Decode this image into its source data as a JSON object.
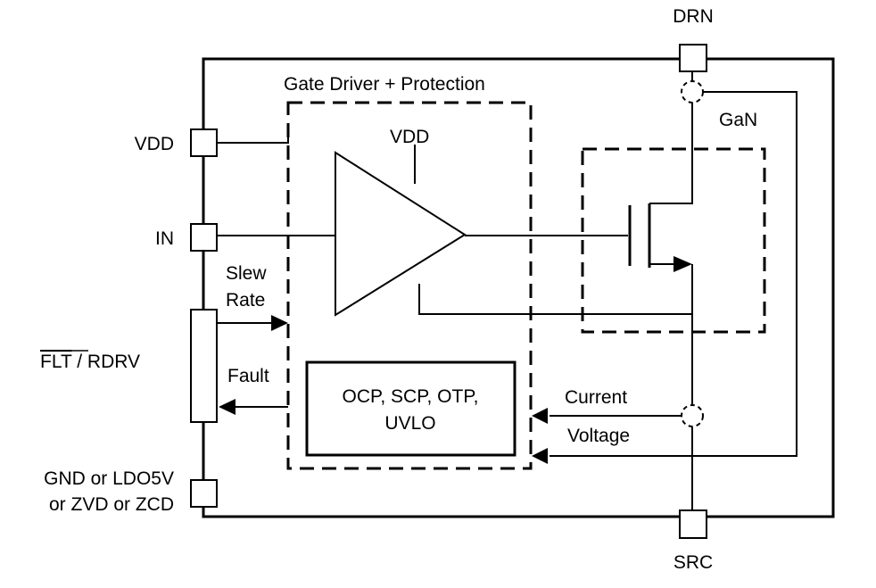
{
  "pins": {
    "drn": "DRN",
    "src": "SRC",
    "vdd": "VDD",
    "in": "IN",
    "flt": "FLT",
    "rdrv": " / RDRV",
    "gnd_line1": "GND or LDO5V",
    "gnd_line2": "or ZVD or ZCD"
  },
  "blocks": {
    "gate_driver_title": "Gate Driver + Protection",
    "inner_vdd": "VDD",
    "gan": "GaN",
    "protection_line1": "OCP, SCP, OTP,",
    "protection_line2": "UVLO"
  },
  "signals": {
    "slew_line1": "Slew",
    "slew_line2": "Rate",
    "fault": "Fault",
    "current": "Current",
    "voltage": "Voltage"
  }
}
